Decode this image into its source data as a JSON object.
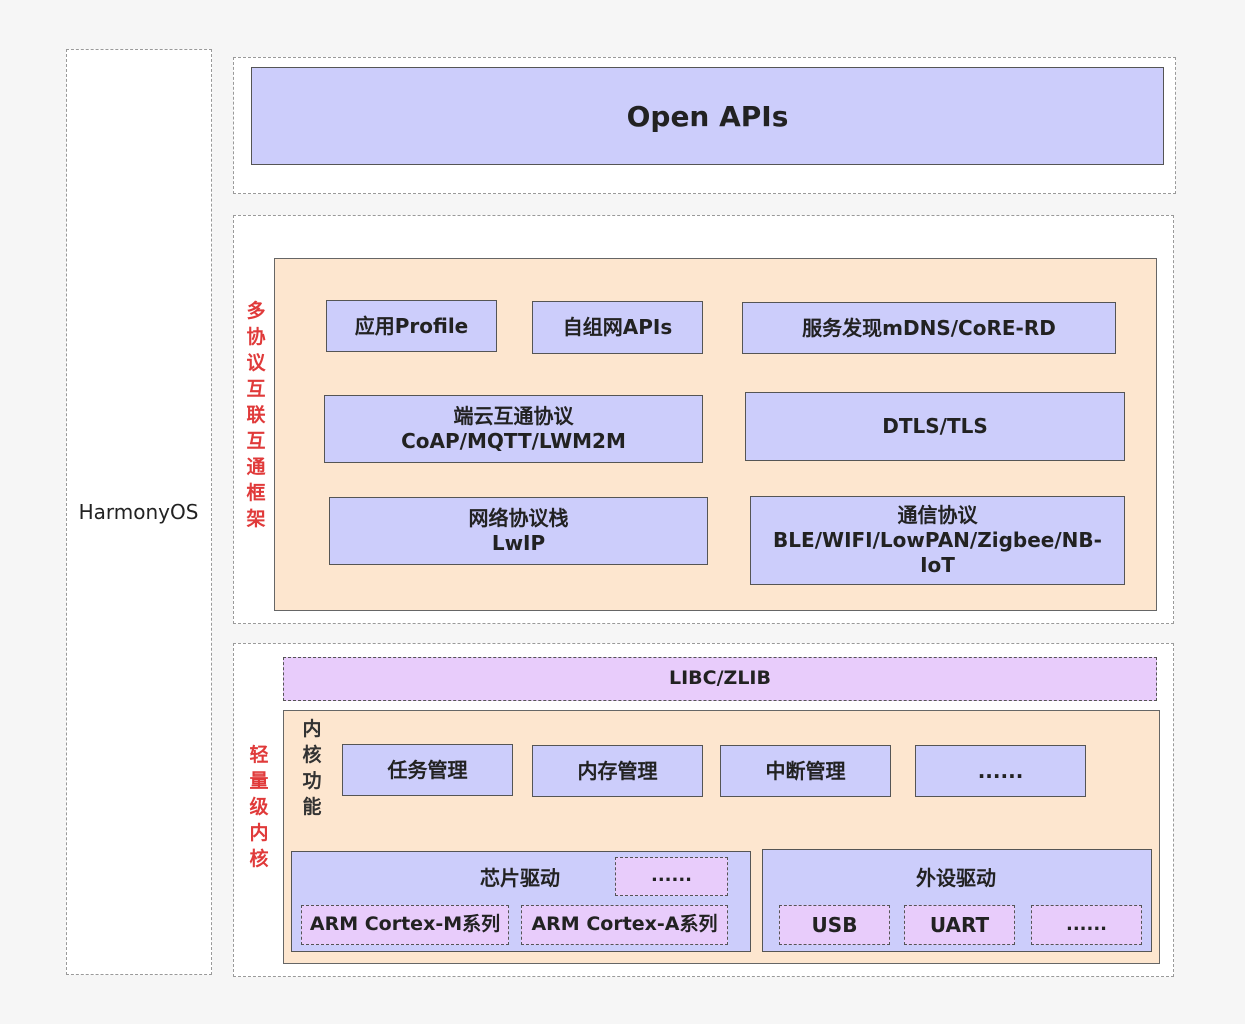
{
  "harmony_label": "HarmonyOS",
  "open_apis": "Open APIs",
  "multi_protocol": {
    "label_chars": [
      "多",
      "协",
      "议",
      "互",
      "联",
      "互",
      "通",
      "框",
      "架"
    ],
    "app_profile": "应用Profile",
    "self_network_apis": "自组网APIs",
    "service_discovery": "服务发现mDNS/CoRE-RD",
    "cloud_protocol_line1": "端云互通协议",
    "cloud_protocol_line2": "CoAP/MQTT/LWM2M",
    "dtls": "DTLS/TLS",
    "network_stack_line1": "网络协议栈",
    "network_stack_line2": "LwIP",
    "comm_protocol_line1": "通信协议",
    "comm_protocol_line2": "BLE/WIFI/LowPAN/Zigbee/NB-",
    "comm_protocol_line3": "IoT"
  },
  "lightweight_kernel": {
    "label_chars": [
      "轻",
      "量",
      "级",
      "内",
      "核"
    ],
    "libc": "LIBC/ZLIB",
    "kernel_func_chars": [
      "内",
      "核",
      "功",
      "能"
    ],
    "task_mgmt": "任务管理",
    "memory_mgmt": "内存管理",
    "interrupt_mgmt": "中断管理",
    "kernel_more": "......",
    "chip_driver": "芯片驱动",
    "chip_more": "......",
    "arm_m": "ARM Cortex-M系列",
    "arm_a": "ARM Cortex-A系列",
    "peripheral_driver": "外设驱动",
    "usb": "USB",
    "uart": "UART",
    "peripheral_more": "......"
  }
}
